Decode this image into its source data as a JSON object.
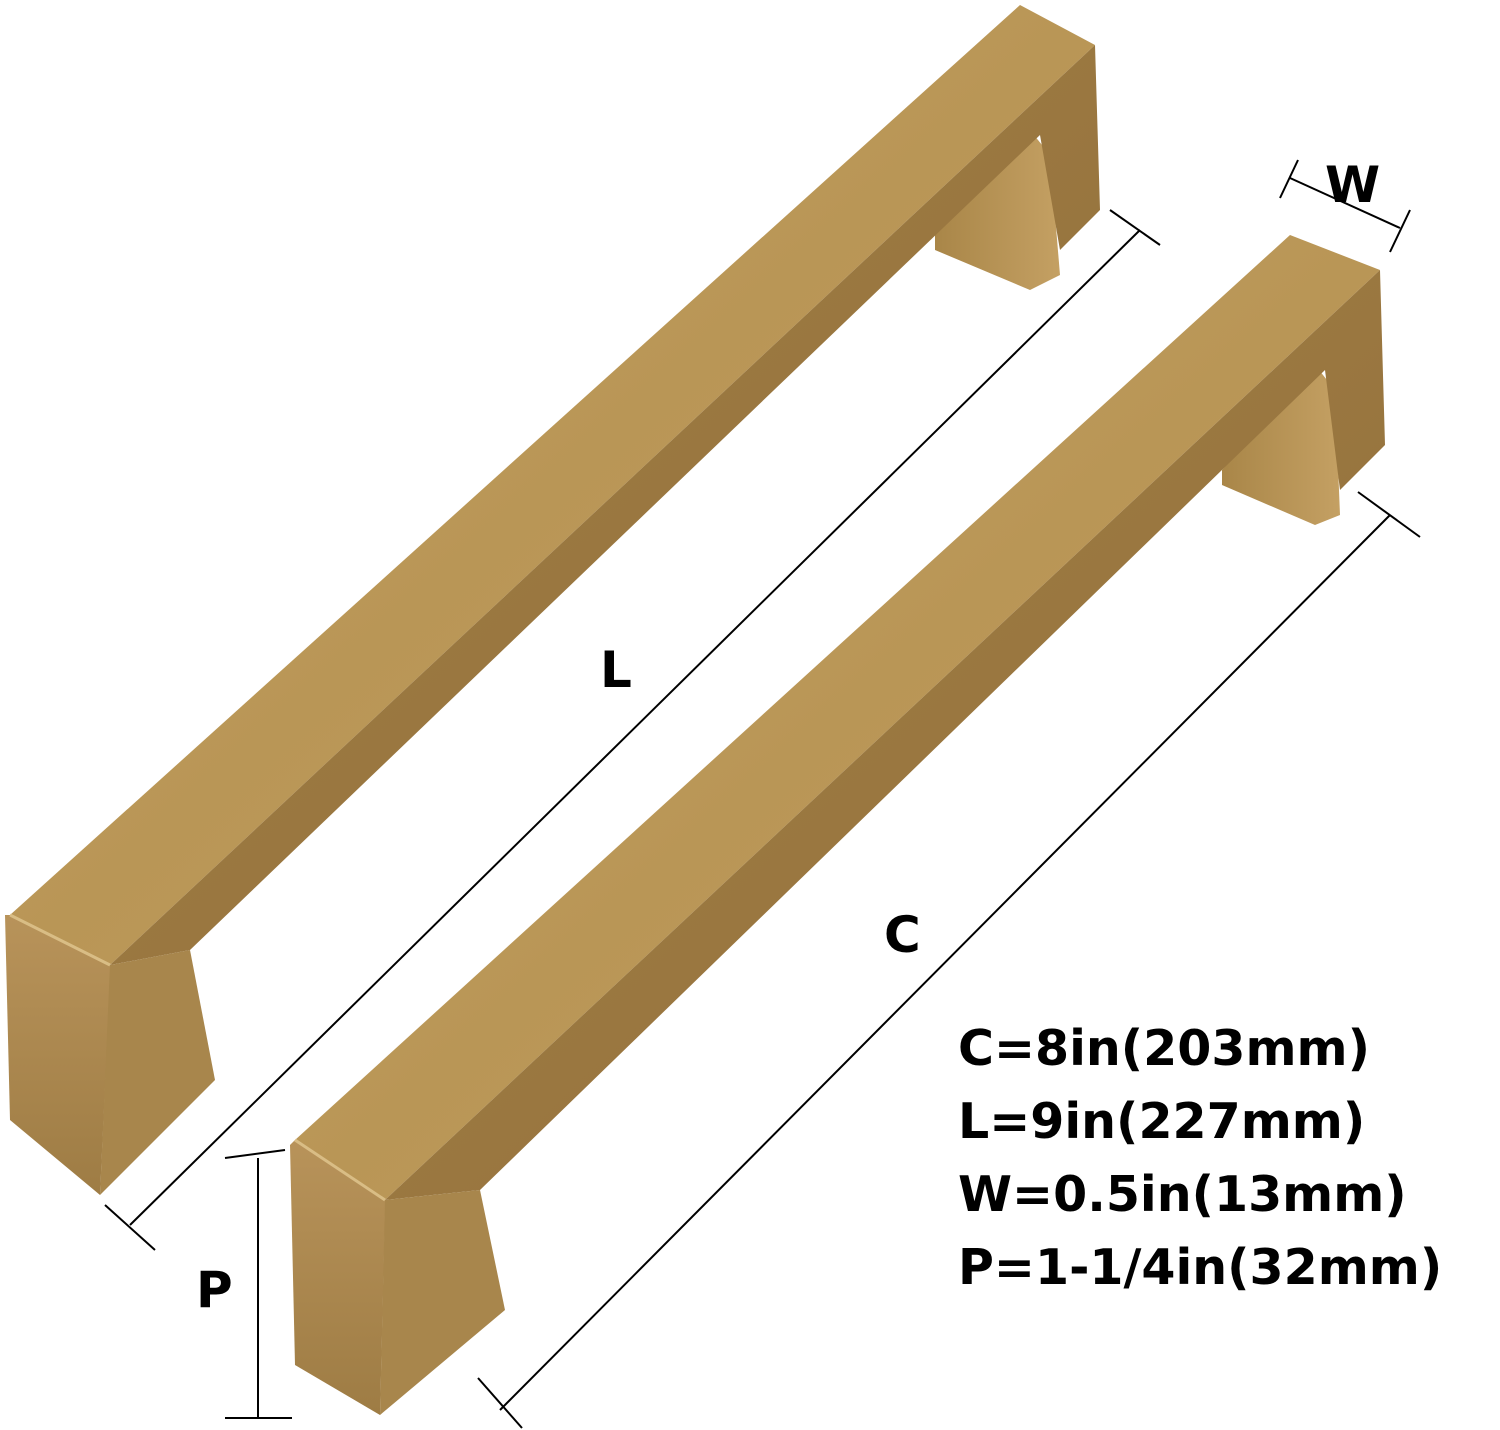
{
  "labels": {
    "length": "L",
    "center": "C",
    "width": "W",
    "projection": "P"
  },
  "specs": [
    "C=8in(203mm)",
    "L=9in(227mm)",
    "W=0.5in(13mm)",
    "P=1-1/4in(32mm)"
  ],
  "colors": {
    "brass_light": "#c9a86c",
    "brass_mid": "#b08a4f",
    "brass_dark": "#8a6a38",
    "line": "#000000"
  }
}
